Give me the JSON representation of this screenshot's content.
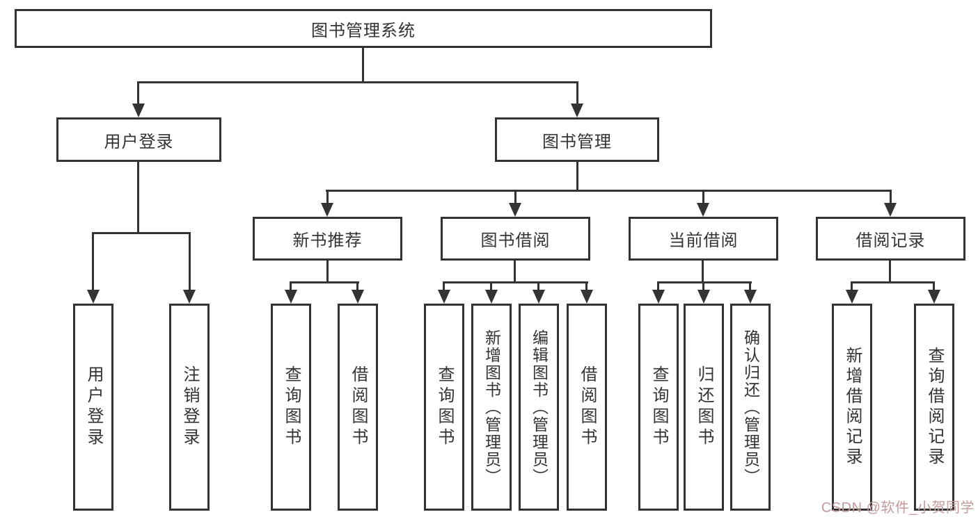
{
  "diagram": {
    "title": "图书管理系统",
    "root": {
      "label": "图书管理系统",
      "children": [
        {
          "label": "用户登录",
          "children": [
            {
              "label": "用户登录"
            },
            {
              "label": "注销登录"
            }
          ]
        },
        {
          "label": "图书管理",
          "children": [
            {
              "label": "新书推荐",
              "children": [
                {
                  "label": "查询图书"
                },
                {
                  "label": "借阅图书"
                }
              ]
            },
            {
              "label": "图书借阅",
              "children": [
                {
                  "label": "查询图书"
                },
                {
                  "label": "新增图书（管理员）"
                },
                {
                  "label": "编辑图书（管理员）"
                },
                {
                  "label": "借阅图书"
                }
              ]
            },
            {
              "label": "当前借阅",
              "children": [
                {
                  "label": "查询图书"
                },
                {
                  "label": "归还图书"
                },
                {
                  "label": "确认归还（管理员）"
                }
              ]
            },
            {
              "label": "借阅记录",
              "children": [
                {
                  "label": "新增借阅记录"
                },
                {
                  "label": "查询借阅记录"
                }
              ]
            }
          ]
        }
      ]
    },
    "watermark": "CSDN @软件_小贺同学",
    "colors": {
      "line": "#333333",
      "box_border": "#333333",
      "text": "#333333",
      "watermark": "#c49a9a",
      "background": "#ffffff"
    }
  }
}
